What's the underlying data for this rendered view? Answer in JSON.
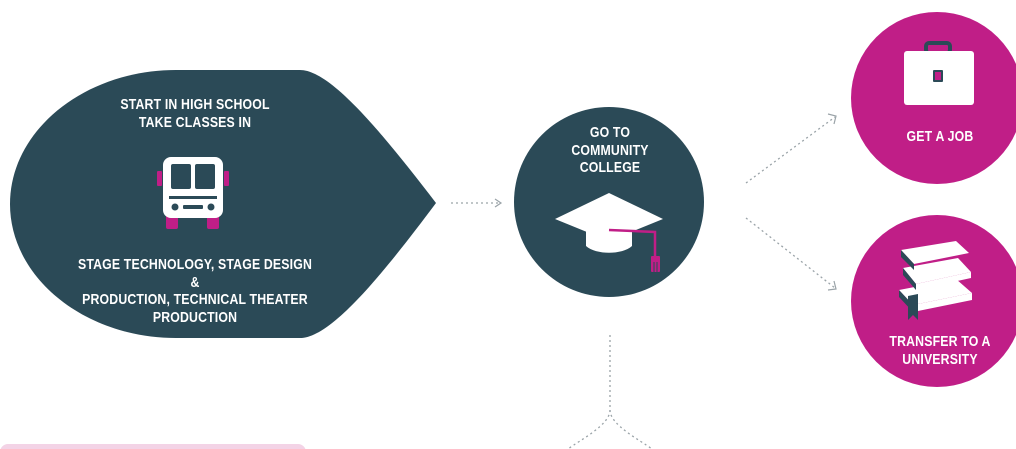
{
  "colors": {
    "dark_node": "#2b4a57",
    "accent": "#c01e87",
    "bottom_panel": "#f3d3e6",
    "connector": "#9aa3a8"
  },
  "nodes": {
    "high_school": {
      "title_lines": [
        "START IN HIGH SCHOOL",
        "TAKE CLASSES IN"
      ],
      "subject_lines": [
        "STAGE TECHNOLOGY, STAGE DESIGN &",
        "PRODUCTION, TECHNICAL THEATER",
        "PRODUCTION"
      ],
      "icon": "school-bus-icon"
    },
    "community_college": {
      "lines": [
        "GO TO",
        "COMMUNITY",
        "COLLEGE"
      ],
      "icon": "graduation-cap-icon"
    },
    "job": {
      "lines": [
        "GET A JOB"
      ],
      "icon": "briefcase-icon"
    },
    "university": {
      "lines": [
        "TRANSFER TO A",
        "UNIVERSITY"
      ],
      "icon": "books-icon"
    }
  }
}
